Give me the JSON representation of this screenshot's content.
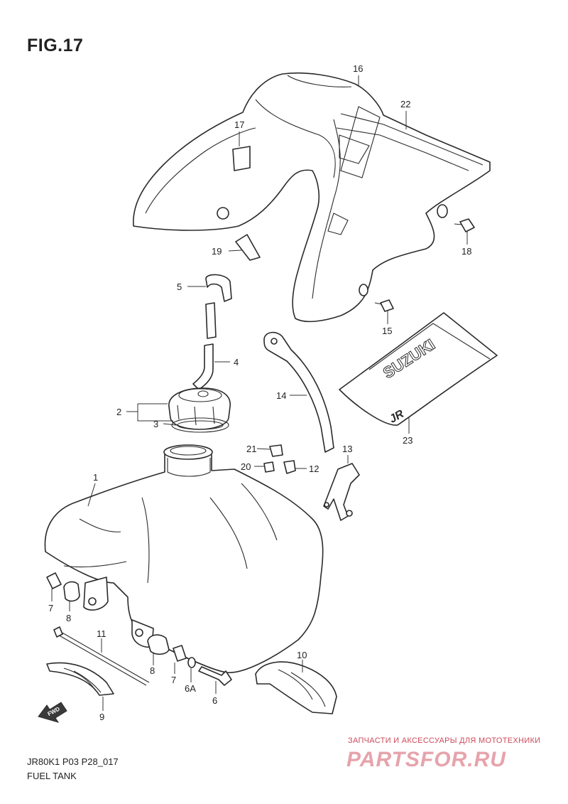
{
  "figure": {
    "title": "FIG.17",
    "model_code": "JR80K1 P03 P28_017",
    "group_name": "FUEL TANK",
    "fwd_label": "FWD",
    "decal_text": "SUZUKI",
    "decal_model": "JR"
  },
  "callouts": {
    "c1": "1",
    "c2": "2",
    "c3": "3",
    "c4": "4",
    "c5": "5",
    "c6": "6",
    "c6a": "6A",
    "c7a": "7",
    "c7b": "7",
    "c8a": "8",
    "c8b": "8",
    "c9": "9",
    "c10": "10",
    "c11": "11",
    "c12": "12",
    "c13": "13",
    "c14": "14",
    "c15": "15",
    "c16": "16",
    "c17": "17",
    "c18": "18",
    "c19": "19",
    "c20": "20",
    "c21": "21",
    "c22": "22",
    "c23": "23"
  },
  "watermark": {
    "tagline": "ЗАПЧАСТИ И АКСЕССУАРЫ ДЛЯ МОТОТЕХНИКИ",
    "brand": "PARTSFOR.RU",
    "color": "#e6a3ab"
  }
}
